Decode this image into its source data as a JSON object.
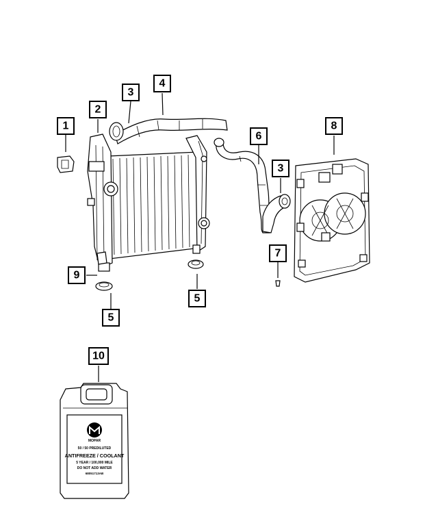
{
  "callouts": [
    {
      "id": "1",
      "label": "1"
    },
    {
      "id": "2",
      "label": "2"
    },
    {
      "id": "3a",
      "label": "3"
    },
    {
      "id": "4",
      "label": "4"
    },
    {
      "id": "6",
      "label": "6"
    },
    {
      "id": "3b",
      "label": "3"
    },
    {
      "id": "8",
      "label": "8"
    },
    {
      "id": "7",
      "label": "7"
    },
    {
      "id": "9",
      "label": "9"
    },
    {
      "id": "5a",
      "label": "5"
    },
    {
      "id": "5b",
      "label": "5"
    },
    {
      "id": "10",
      "label": "10"
    }
  ],
  "jug_label": {
    "brand": "MOPAR",
    "line1": "50 / 50 PREDILUTED",
    "line2": "ANTIFREEZE / COOLANT",
    "line3": "5 YEAR / 100,000 MILE",
    "line4": "DO NOT ADD WATER",
    "line5": "68051713AB"
  }
}
